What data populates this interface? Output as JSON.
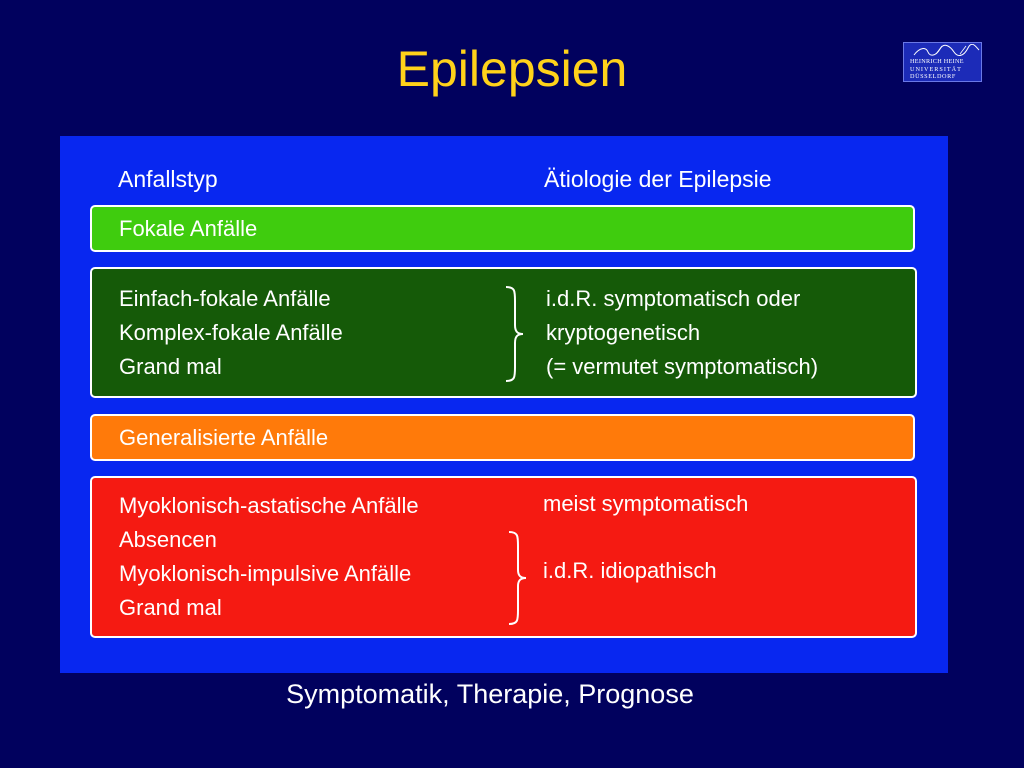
{
  "slide": {
    "title": "Epilepsien",
    "subtitle": "Symptomatik, Therapie, Prognose"
  },
  "logo": {
    "lines": [
      "HEINRICH HEINE",
      "UNIVERSITÄT",
      "DÜSSELDORF"
    ]
  },
  "table": {
    "header_left": "Anfallstyp",
    "header_right": "Ätiologie der Epilepsie",
    "focal": {
      "heading": "Fokale Anfälle",
      "types": [
        "Einfach-fokale Anfälle",
        "Komplex-fokale Anfälle",
        "Grand mal"
      ],
      "etiology": [
        "i.d.R. symptomatisch oder",
        "kryptogenetisch",
        "(= vermutet symptomatisch)"
      ]
    },
    "generalized": {
      "heading": "Generalisierte Anfälle",
      "types": [
        "Myoklonisch-astatische Anfälle",
        "Absencen",
        "Myoklonisch-impulsive Anfälle",
        "Grand mal"
      ],
      "etiology_first": "meist symptomatisch",
      "etiology_group": "i.d.R. idiopathisch"
    }
  },
  "colors": {
    "background": "#01015e",
    "title": "#ffd21a",
    "figure_bg": "#0827f0",
    "focal_heading": "#3fcc0e",
    "focal_body": "#155a08",
    "generalized_heading": "#ff7a0a",
    "generalized_body": "#f51a12"
  }
}
